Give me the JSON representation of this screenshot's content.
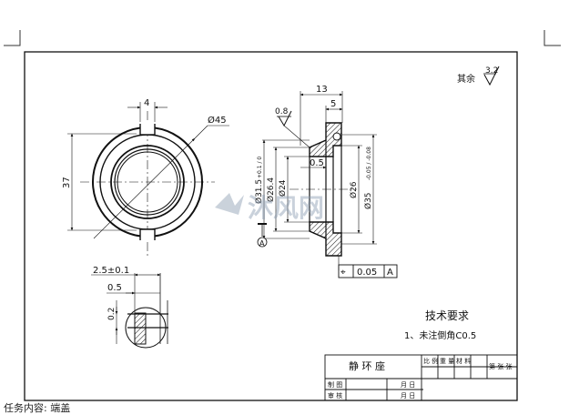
{
  "roughness": {
    "label": "其余",
    "value": "3.2"
  },
  "front_view": {
    "dim_slot_width": "4",
    "dim_outer_dia": "Ø45",
    "dim_height": "37"
  },
  "section_view": {
    "dim_total_length": "13",
    "dim_flange_length": "5",
    "roughness_value": "0.8",
    "dim_step": "0.5",
    "dim_bore_1": "Ø31.5",
    "dim_bore_1_tol": "+0.1 / 0",
    "dim_bore_2": "Ø26.4",
    "dim_bore_3": "Ø24",
    "dim_bore_4": "Ø26",
    "dim_outer": "Ø35",
    "dim_outer_tol": "-0.05 / -0.08",
    "datum": "A"
  },
  "geometric_tolerance": {
    "symbol": "⌖",
    "value": "0.05",
    "datum": "A"
  },
  "detail_view": {
    "dim_width": "2.5±0.1",
    "dim_depth": "0.5",
    "dim_chamfer": "0.2"
  },
  "notes": {
    "title": "技术要求",
    "item_1": "1、未注倒角C0.5"
  },
  "title_block": {
    "part_name": "静 环 座",
    "scale_label": "比 例",
    "weight_label": "重 量",
    "material_label": "材 料",
    "sheet_label": "第 张 张",
    "drawn_label": "制 图",
    "checked_label": "审 核",
    "date_label": "月 日"
  },
  "watermark": {
    "text": "沐风网"
  },
  "caption": {
    "text": "任务内容: 端盖"
  }
}
